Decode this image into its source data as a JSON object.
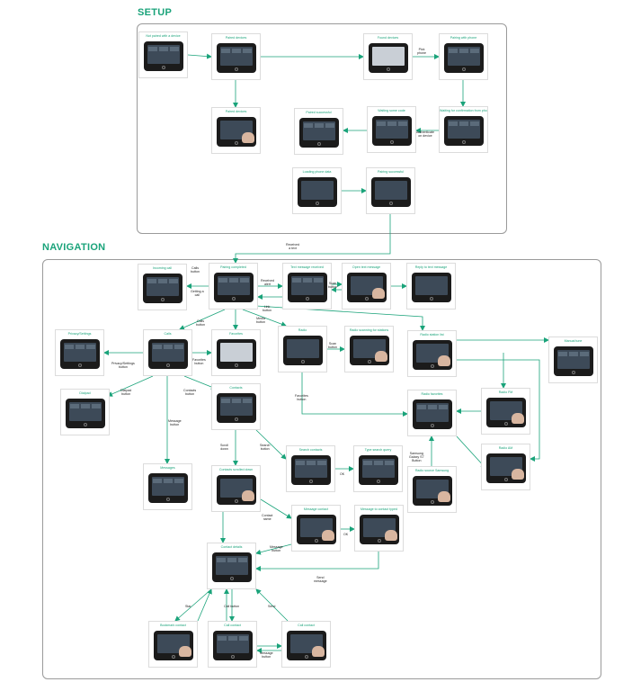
{
  "sections": {
    "setup": "SETUP",
    "navigation": "NAVIGATION"
  },
  "nodes": [
    {
      "id": "not_paired",
      "label": "Not paired with a device",
      "variant": "ui"
    },
    {
      "id": "paired_devices_top",
      "label": "Paired devices",
      "variant": "ui"
    },
    {
      "id": "found_devices",
      "label": "Found devices",
      "variant": "light"
    },
    {
      "id": "pairing_phone",
      "label": "Pairing with phone",
      "variant": "ui"
    },
    {
      "id": "paired_devices_2",
      "label": "Paired devices",
      "variant": "hand"
    },
    {
      "id": "paired_success",
      "label": "Paired successful",
      "variant": "ui"
    },
    {
      "id": "waiting_code",
      "label": "Waiting some code",
      "variant": "ui"
    },
    {
      "id": "waiting_confirm",
      "label": "Waiting for confirmation from phone",
      "variant": "ui"
    },
    {
      "id": "loading_phone",
      "label": "Loading phone data",
      "variant": "plain"
    },
    {
      "id": "pairing_success",
      "label": "Pairing successful",
      "variant": "plain"
    },
    {
      "id": "incoming_call",
      "label": "Incoming call",
      "variant": "ui"
    },
    {
      "id": "pairing_completed",
      "label": "Pairing completed",
      "variant": "ui"
    },
    {
      "id": "text_received",
      "label": "Text message received",
      "variant": "ui"
    },
    {
      "id": "open_text",
      "label": "Open text message",
      "variant": "hand"
    },
    {
      "id": "reply_text",
      "label": "Reply to text message",
      "variant": "plain"
    },
    {
      "id": "privacy_settings",
      "label": "Privacy/Settings",
      "variant": "ui"
    },
    {
      "id": "calls",
      "label": "Calls",
      "variant": "ui"
    },
    {
      "id": "favorites",
      "label": "Favorites",
      "variant": "light"
    },
    {
      "id": "radio",
      "label": "Radio",
      "variant": "plain"
    },
    {
      "id": "radio_scanning",
      "label": "Radio scanning for stations",
      "variant": "hand"
    },
    {
      "id": "radio_station_list",
      "label": "Radio station list",
      "variant": "hand"
    },
    {
      "id": "manual_tune",
      "label": "Manual tune",
      "variant": "ui"
    },
    {
      "id": "dialpad",
      "label": "Dialpad",
      "variant": "ui"
    },
    {
      "id": "contacts",
      "label": "Contacts",
      "variant": "ui"
    },
    {
      "id": "radio_favorites",
      "label": "Radio favorites",
      "variant": "ui"
    },
    {
      "id": "radio_fm",
      "label": "Radio FM",
      "variant": "hand"
    },
    {
      "id": "search_contacts",
      "label": "Search contacts",
      "variant": "ui"
    },
    {
      "id": "type_search",
      "label": "Type search query",
      "variant": "ui"
    },
    {
      "id": "radio_am",
      "label": "Radio AM",
      "variant": "hand"
    },
    {
      "id": "messages",
      "label": "Messages",
      "variant": "ui"
    },
    {
      "id": "contacts_scrolled",
      "label": "Contacts scrolled down",
      "variant": "hand"
    },
    {
      "id": "radio_source",
      "label": "Radio source Samsung",
      "variant": "hand"
    },
    {
      "id": "message_contact",
      "label": "Message contact",
      "variant": "hand"
    },
    {
      "id": "message_to_contact",
      "label": "Message to contact typed",
      "variant": "hand"
    },
    {
      "id": "contact_details",
      "label": "Contact details",
      "variant": "ui"
    },
    {
      "id": "bookmark_contact",
      "label": "Bookmark contact",
      "variant": "hand"
    },
    {
      "id": "call_contact_1",
      "label": "Call contact",
      "variant": "ui"
    },
    {
      "id": "call_contact_2",
      "label": "Call contact",
      "variant": "hand"
    }
  ],
  "edge_labels": [
    {
      "id": "pick_phone",
      "text": "Pick\nphone"
    },
    {
      "id": "authenticate",
      "text": "Authenticate\non device"
    },
    {
      "id": "received_text",
      "text": "Received\na text"
    },
    {
      "id": "calls_button_top",
      "text": "Calls\nbutton"
    },
    {
      "id": "getting_call",
      "text": "Getting a\ncall"
    },
    {
      "id": "received_alert",
      "text": "Received\nalert"
    },
    {
      "id": "scan_button_text",
      "text": "Scan\nbutton"
    },
    {
      "id": "link_button",
      "text": "Link\nbutton"
    },
    {
      "id": "media_button",
      "text": "Media\nbutton"
    },
    {
      "id": "calls_button_mid",
      "text": "Calls\nbutton"
    },
    {
      "id": "scan_button_radio",
      "text": "Scan\nbutton"
    },
    {
      "id": "privacy_button",
      "text": "Privacy/Settings\nbutton"
    },
    {
      "id": "favorites_button",
      "text": "Favorites\nbutton"
    },
    {
      "id": "dialpad_button",
      "text": "Dialpad\nbutton"
    },
    {
      "id": "contacts_button",
      "text": "Contacts\nbutton"
    },
    {
      "id": "favorites_button_radio",
      "text": "Favorites\nbutton"
    },
    {
      "id": "message_button",
      "text": "Message\nbutton"
    },
    {
      "id": "scroll_down",
      "text": "Scroll\ndown"
    },
    {
      "id": "search_button",
      "text": "Search\nbutton"
    },
    {
      "id": "ok_1",
      "text": "OK"
    },
    {
      "id": "samsung_button",
      "text": "Samsung\nGalaxy S7\nButton"
    },
    {
      "id": "contact_name",
      "text": "Contact\nname"
    },
    {
      "id": "ok_2",
      "text": "OK"
    },
    {
      "id": "message_button_2",
      "text": "Message\nbutton"
    },
    {
      "id": "send_message",
      "text": "Send\nmessage"
    },
    {
      "id": "star",
      "text": "Star"
    },
    {
      "id": "call_button",
      "text": "Call button"
    },
    {
      "id": "send",
      "text": "Send"
    },
    {
      "id": "message_button_3",
      "text": "Message\nbutton"
    }
  ],
  "colors": {
    "accent": "#1aa37a",
    "edge": "#1aa37a",
    "border": "#9a9a9a"
  }
}
